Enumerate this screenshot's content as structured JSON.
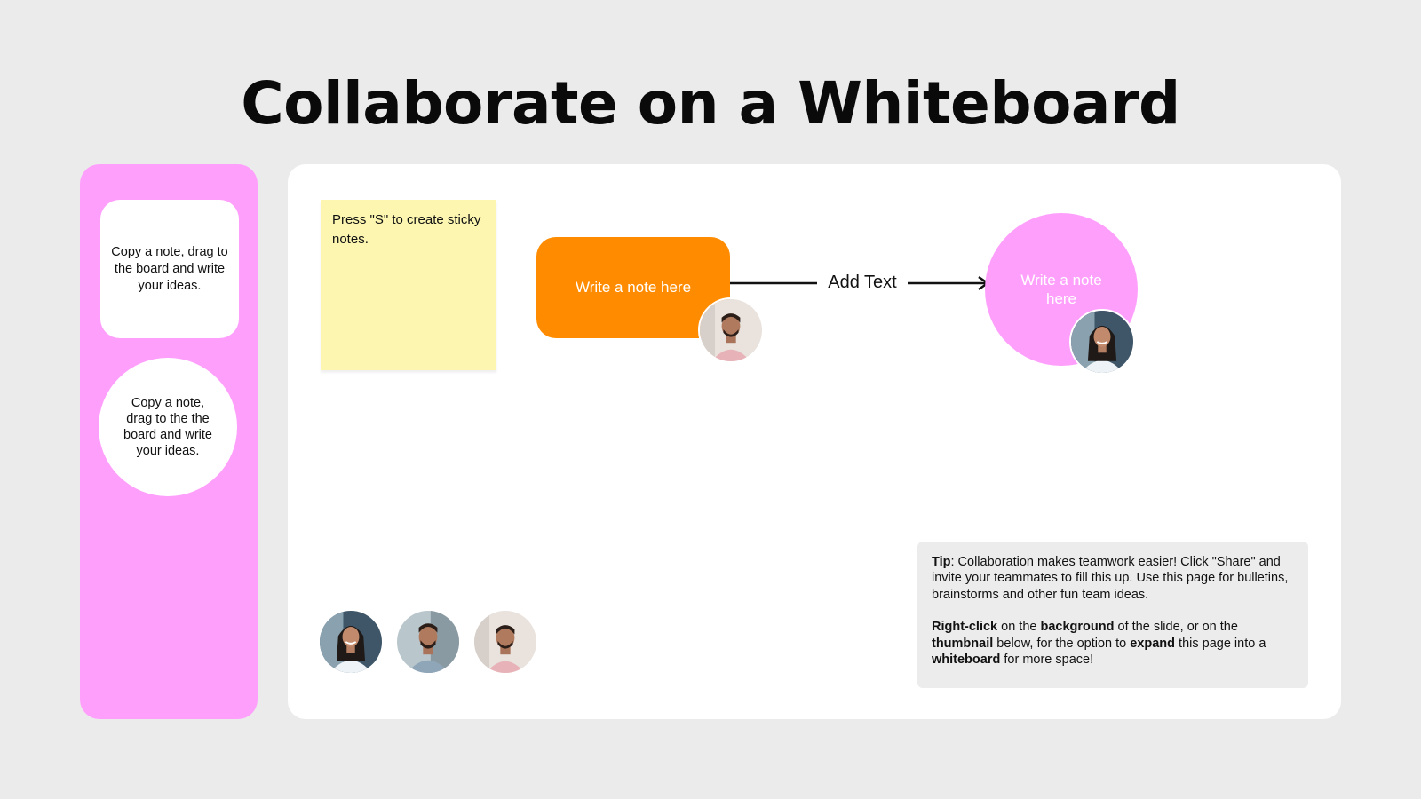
{
  "title": "Collaborate on a Whiteboard",
  "sidebar": {
    "card_text": "Copy a note, drag to the board and write your ideas.",
    "circle_text": "Copy a note, drag to the the board and write your ideas."
  },
  "board": {
    "sticky_text": "Press \"S\" to create sticky notes.",
    "orange_note": "Write a note here",
    "connector_label": "Add Text",
    "pink_circle": "Write a note here"
  },
  "tip": {
    "p1": [
      {
        "t": "Tip",
        "b": true
      },
      {
        "t": ": Collaboration makes teamwork easier! Click \"Share\" and invite your teammates to fill this up. Use this page for bulletins, brainstorms and other fun team ideas.",
        "b": false
      }
    ],
    "p2": [
      {
        "t": "Right-click",
        "b": true
      },
      {
        "t": " on the ",
        "b": false
      },
      {
        "t": "background",
        "b": true
      },
      {
        "t": " of the slide, or on the ",
        "b": false
      },
      {
        "t": "thumbnail",
        "b": true
      },
      {
        "t": " below, for the option to ",
        "b": false
      },
      {
        "t": "expand",
        "b": true
      },
      {
        "t": " this page into a ",
        "b": false
      },
      {
        "t": "whiteboard",
        "b": true
      },
      {
        "t": " for more space!",
        "b": false
      }
    ]
  },
  "colors": {
    "background": "#ebebeb",
    "pink": "#ff9ffc",
    "orange": "#ff8c00",
    "sticky": "#fcf6b1"
  },
  "avatars": [
    {
      "name": "woman-avatar-icon"
    },
    {
      "name": "man-avatar-icon"
    },
    {
      "name": "woman-avatar-icon"
    },
    {
      "name": "man-avatar-icon"
    },
    {
      "name": "man-avatar-icon"
    }
  ]
}
